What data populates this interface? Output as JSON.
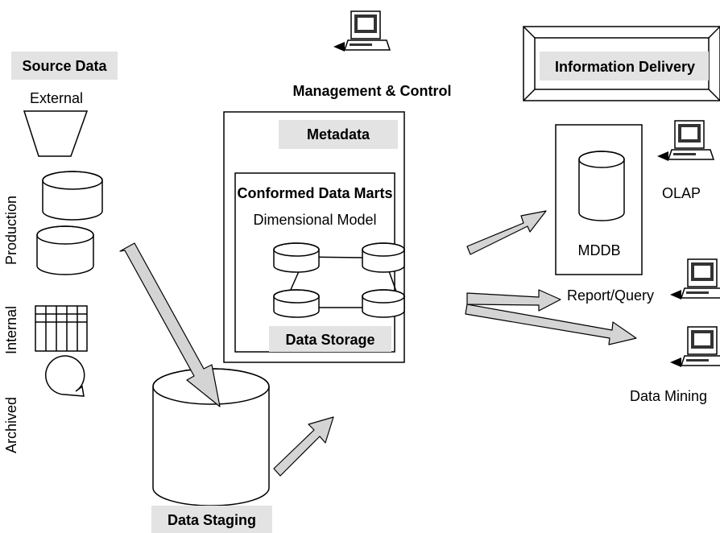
{
  "colors": {
    "header_background": "#e3e3e3",
    "arrow_fill": "#d4d4d4",
    "stroke": "#000000"
  },
  "source": {
    "title": "Source Data",
    "external": "External",
    "production": "Production",
    "internal": "Internal",
    "archived": "Archived"
  },
  "management": {
    "title": "Management & Control"
  },
  "warehouse": {
    "metadata": "Metadata",
    "marts_title": "Conformed Data Marts",
    "model": "Dimensional Model",
    "storage": "Data Storage"
  },
  "staging": {
    "title": "Data Staging"
  },
  "delivery": {
    "title": "Information Delivery",
    "mddb": "MDDB",
    "olap": "OLAP",
    "report": "Report/Query",
    "mining": "Data Mining"
  },
  "icons": [
    "computer-icon",
    "database-icon",
    "table-icon",
    "trapezoid-icon",
    "loop-icon"
  ]
}
